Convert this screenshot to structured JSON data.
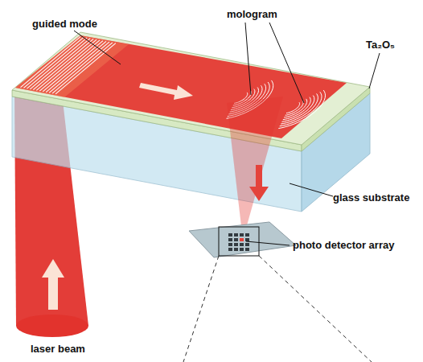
{
  "diagram": {
    "labels": [
      "guided mode",
      "mologram",
      "Ta₂O₅",
      "glass substrate",
      "photo detector array",
      "laser beam"
    ]
  }
}
